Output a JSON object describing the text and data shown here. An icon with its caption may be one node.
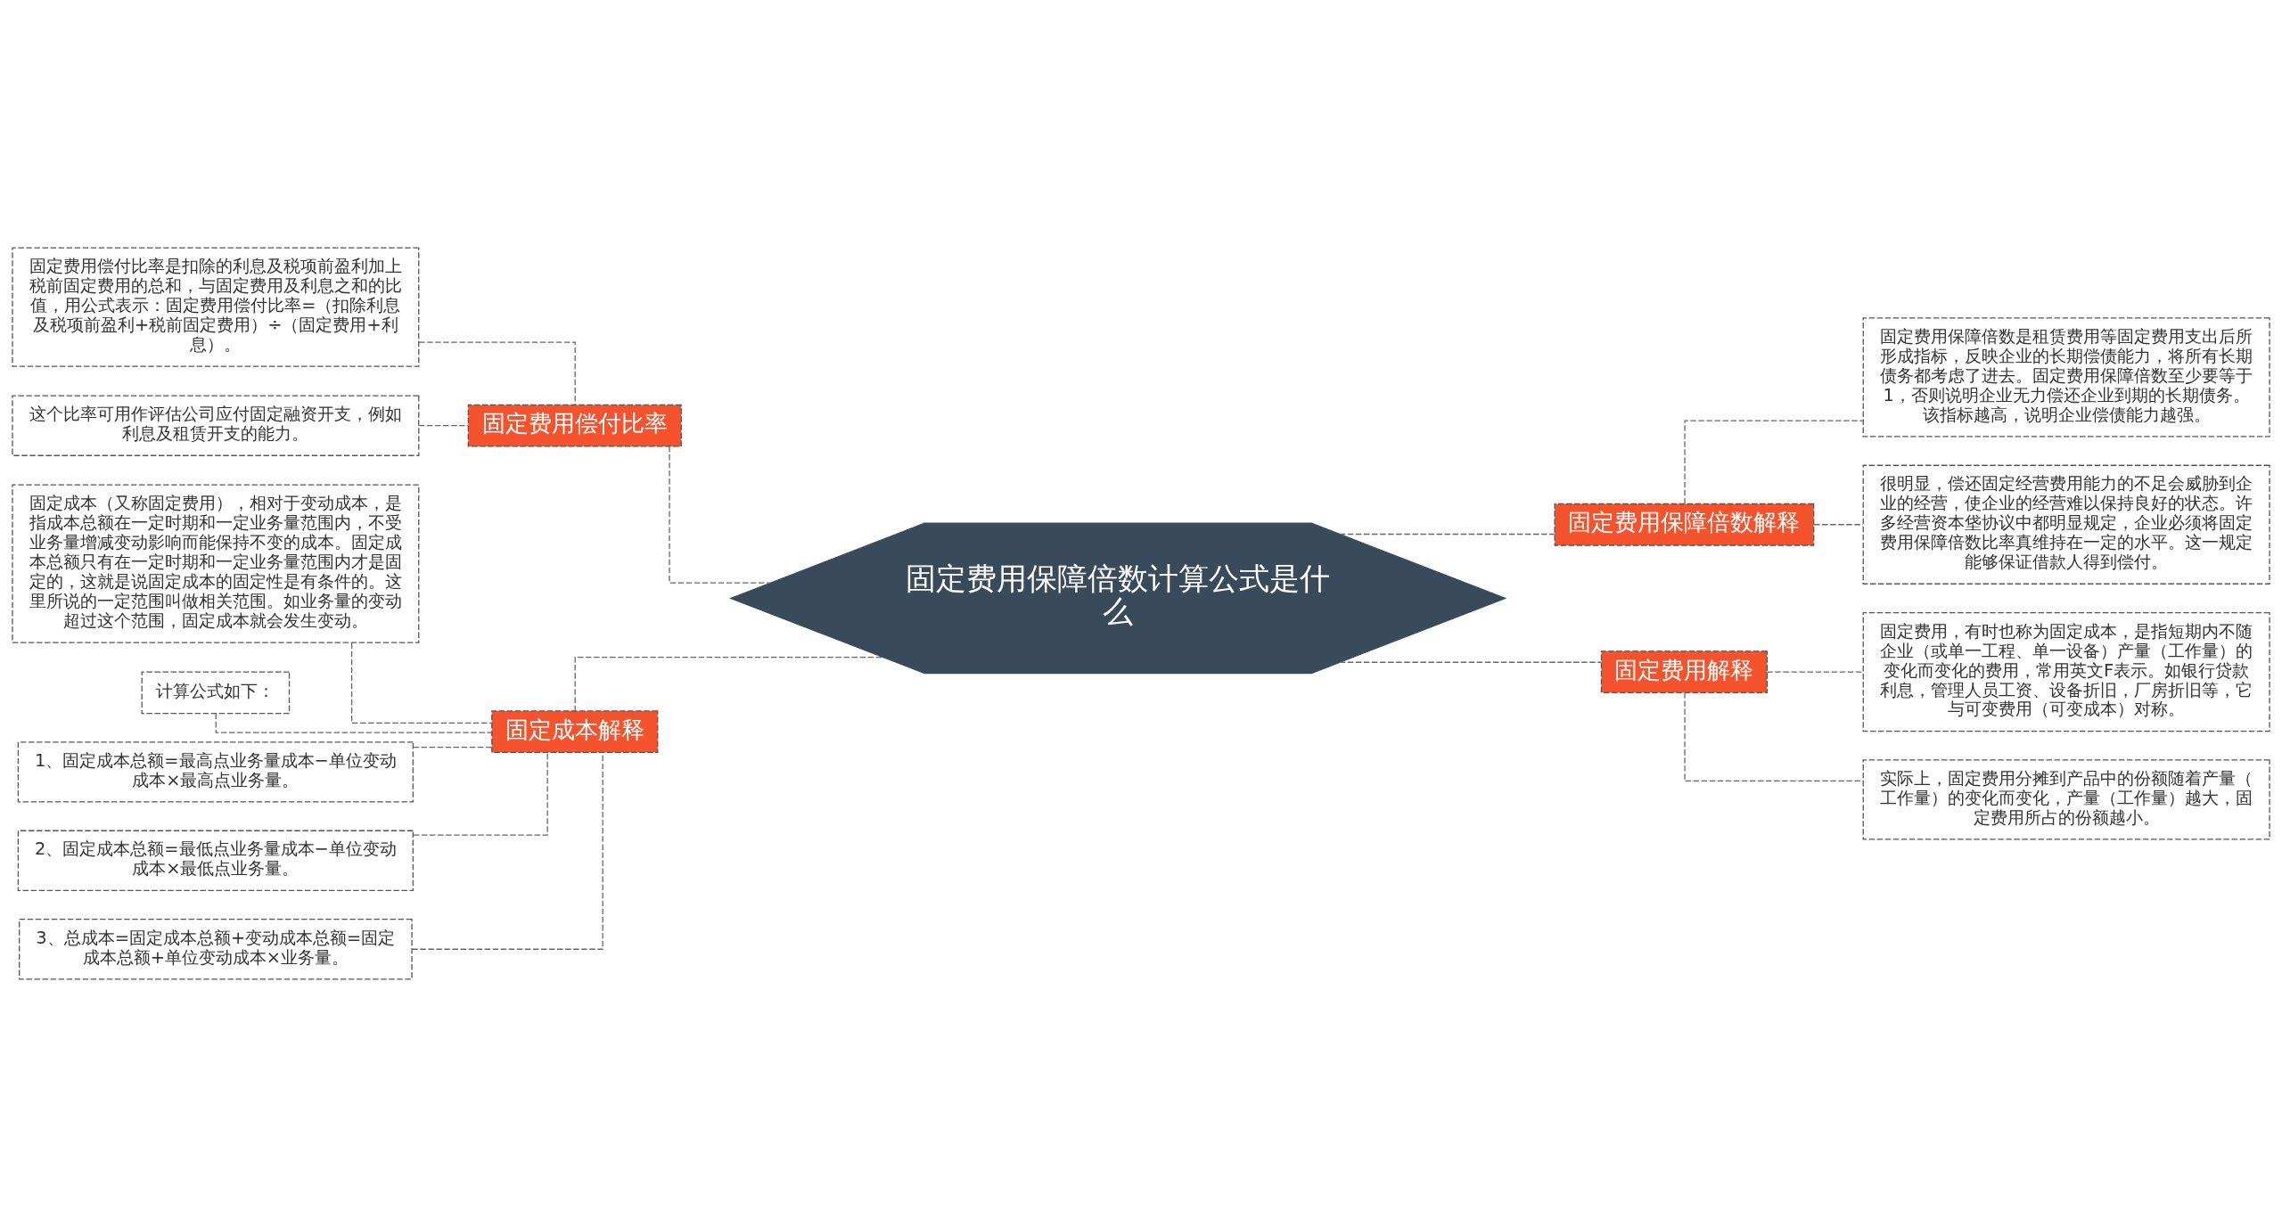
{
  "diagram": {
    "nodes": [
      {
        "text": [
          "固定费用保障倍数计算公式是什么"
        ]
      },
      {
        "text": [
          "固定费用偿付比率"
        ]
      },
      {
        "text": [
          "固定费用偿付比率是扣除的利息及税项前盈利加上税前固定费用的总和，与固定费用及利息之和的比值，用公式表示：固定费用偿付比率=（扣除利息及税项前盈利+税前固定费用）÷（固定费用+利息）。"
        ]
      },
      {
        "text": [
          "这个比率可用作评估公司应付固定融资开支，例如利息及租赁开支的能力。"
        ]
      },
      {
        "text": [
          "固定成本解释"
        ]
      },
      {
        "text": [
          "固定成本（又称固定费用），相对于变动成本，是指成本总额在一定时期和一定业务量范围内，不受业务量增减变动影响而能保持不变的成本。固定成本总额只有在一定时期和一定业务量范围内才是固定的，这就是说固定成本的固定性是有条件的。这里所说的一定范围叫做相关范围。如业务量的变动超过这个范围，固定成本就会发生变动。"
        ]
      },
      {
        "text": [
          "计算公式如下："
        ]
      },
      {
        "text": [
          "1、固定成本总额=最高点业务量成本−单位变动成本×最高点业务量。"
        ]
      },
      {
        "text": [
          "2、固定成本总额=最低点业务量成本−单位变动成本×最低点业务量。"
        ]
      },
      {
        "text": [
          "3、总成本=固定成本总额+变动成本总额=固定成本总额+单位变动成本×业务量。"
        ]
      },
      {
        "text": [
          "固定费用保障倍数解释"
        ]
      },
      {
        "text": [
          "固定费用保障倍数是租赁费用等固定费用支出后所形成指标，反映企业的长期偿债能力，将所有长期债务都考虑了进去。固定费用保障倍数至少要等于1，否则说明企业无力偿还企业到期的长期债务。该指标越高，说明企业偿债能力越强。"
        ]
      },
      {
        "text": [
          "很明显，偿还固定经营费用能力的不足会威胁到企业的经营，使企业的经营难以保持良好的状态。许多经营资本垡协议中都明显规定，企业必须将固定费用保障倍数比率真维持在一定的水平。这一规定能够保证借款人得到偿付。"
        ]
      },
      {
        "text": [
          "固定费用解释"
        ]
      },
      {
        "text": [
          "固定费用，有时也称为固定成本，是指短期内不随企业（或单一工程、单一设备）产量（工作量）的变化而变化的费用，常用英文F表示。如银行贷款利息，管理人员工资、设备折旧，厂房折旧等，它与可变费用（可变成本）对称。"
        ]
      },
      {
        "text": [
          "实际上，固定费用分摊到产品中的份额随着产量（工作量）的变化而变化，产量（工作量）越大，固定费用所占的份额越小。"
        ]
      }
    ],
    "edges": [
      {
        "from": 0,
        "to": 1,
        "arrow": "none",
        "style": "dashed"
      },
      {
        "from": 1,
        "to": 2,
        "arrow": "none",
        "style": "dashed"
      },
      {
        "from": 1,
        "to": 3,
        "arrow": "none",
        "style": "dashed"
      },
      {
        "from": 0,
        "to": 4,
        "arrow": "none",
        "style": "dashed"
      },
      {
        "from": 4,
        "to": 5,
        "arrow": "none",
        "style": "dashed"
      },
      {
        "from": 4,
        "to": 6,
        "arrow": "none",
        "style": "dashed"
      },
      {
        "from": 4,
        "to": 7,
        "arrow": "none",
        "style": "dashed"
      },
      {
        "from": 4,
        "to": 8,
        "arrow": "none",
        "style": "dashed"
      },
      {
        "from": 4,
        "to": 9,
        "arrow": "none",
        "style": "dashed"
      },
      {
        "from": 0,
        "to": 10,
        "arrow": "none",
        "style": "dashed"
      },
      {
        "from": 10,
        "to": 11,
        "arrow": "none",
        "style": "dashed"
      },
      {
        "from": 10,
        "to": 12,
        "arrow": "none",
        "style": "dashed"
      },
      {
        "from": 0,
        "to": 13,
        "arrow": "none",
        "style": "dashed"
      },
      {
        "from": 13,
        "to": 14,
        "arrow": "none",
        "style": "dashed"
      },
      {
        "from": 13,
        "to": 15,
        "arrow": "none",
        "style": "dashed"
      }
    ]
  }
}
